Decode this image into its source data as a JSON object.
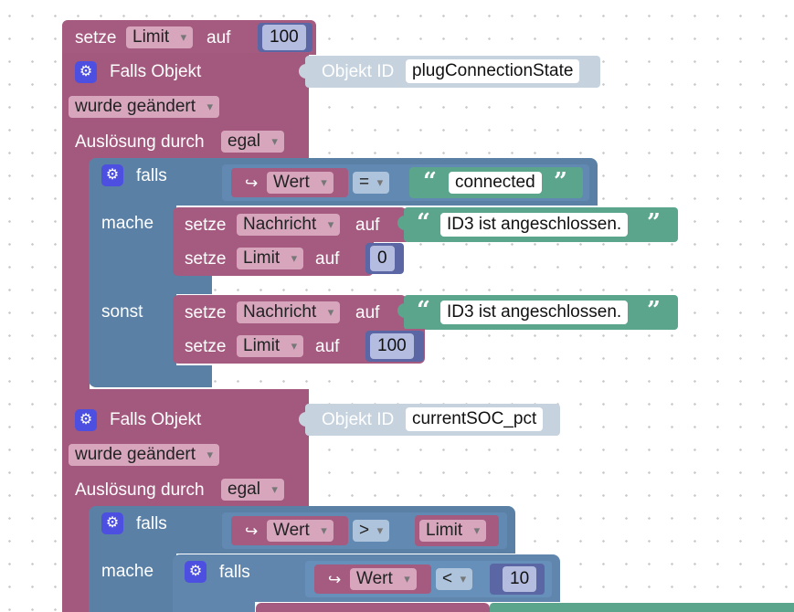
{
  "top": {
    "setze": "setze",
    "var": "Limit",
    "auf": "auf",
    "value": "100"
  },
  "trigger1": {
    "falls_objekt": "Falls Objekt",
    "objekt_id_label": "Objekt ID",
    "objekt_id": "plugConnectionState",
    "change_mode": "wurde geändert",
    "ausloesung_label": "Auslösung durch",
    "ausloesung": "egal",
    "if_block": {
      "falls": "falls",
      "wert": "Wert",
      "op": "=",
      "compare_text": "connected",
      "mache": "mache",
      "sonst": "sonst",
      "then_msg_setze": "setze",
      "then_msg_var": "Nachricht",
      "then_msg_auf": "auf",
      "then_msg_text": "ID3 ist angeschlossen.",
      "then_lim_setze": "setze",
      "then_lim_var": "Limit",
      "then_lim_auf": "auf",
      "then_lim_value": "0",
      "else_msg_setze": "setze",
      "else_msg_var": "Nachricht",
      "else_msg_auf": "auf",
      "else_msg_text": "ID3 ist angeschlossen.",
      "else_lim_setze": "setze",
      "else_lim_var": "Limit",
      "else_lim_auf": "auf",
      "else_lim_value": "100"
    }
  },
  "trigger2": {
    "falls_objekt": "Falls Objekt",
    "objekt_id_label": "Objekt ID",
    "objekt_id": "currentSOC_pct",
    "change_mode": "wurde geändert",
    "ausloesung_label": "Auslösung durch",
    "ausloesung": "egal",
    "if_block": {
      "falls": "falls",
      "wert": "Wert",
      "op": ">",
      "compare_var": "Limit",
      "mache": "mache",
      "inner_falls": "falls",
      "inner_wert": "Wert",
      "inner_op": "<",
      "inner_value": "10"
    }
  },
  "colors": {
    "variables": "#a55b80",
    "triggers": "#a3597e",
    "logic": "#5b80a5",
    "text": "#5ba58c",
    "math": "#5b67a5",
    "system": "#c6d3df",
    "gear": "#4d4fe0"
  },
  "icons": {
    "gear": "gear-icon",
    "cursor": "cursor-return-icon",
    "quote_open": "quote-open-icon",
    "quote_close": "quote-close-icon"
  }
}
